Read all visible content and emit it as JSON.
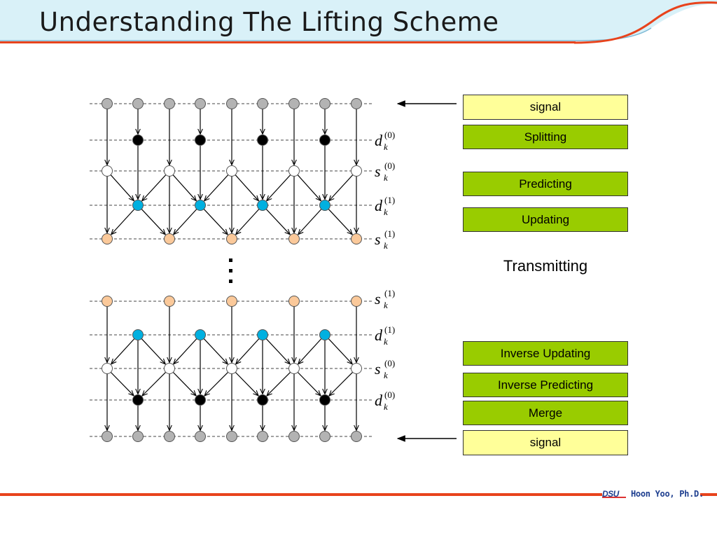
{
  "slide": {
    "title": "Understanding The Lifting Scheme",
    "author": "Hoon Yoo,  Ph.D.",
    "logo_text": "DSU"
  },
  "boxes": [
    {
      "key": "signal_top",
      "label": "signal",
      "color": "yellow"
    },
    {
      "key": "splitting",
      "label": "Splitting",
      "color": "green"
    },
    {
      "key": "predicting",
      "label": "Predicting",
      "color": "green"
    },
    {
      "key": "updating",
      "label": "Updating",
      "color": "green"
    },
    {
      "key": "inv_updating",
      "label": "Inverse Updating",
      "color": "green"
    },
    {
      "key": "inv_predicting",
      "label": "Inverse Predicting",
      "color": "green"
    },
    {
      "key": "merge",
      "label": "Merge",
      "color": "green"
    },
    {
      "key": "signal_bottom",
      "label": "signal",
      "color": "yellow"
    }
  ],
  "transmitting_label": "Transmitting",
  "row_labels": {
    "top": [
      {
        "base": "d",
        "sub": "k",
        "sup": "(0)"
      },
      {
        "base": "s",
        "sub": "k",
        "sup": "(0)"
      },
      {
        "base": "d",
        "sub": "k",
        "sup": "(1)"
      },
      {
        "base": "s",
        "sub": "k",
        "sup": "(1)"
      }
    ],
    "bottom": [
      {
        "base": "s",
        "sub": "k",
        "sup": "(1)"
      },
      {
        "base": "d",
        "sub": "k",
        "sup": "(1)"
      },
      {
        "base": "s",
        "sub": "k",
        "sup": "(0)"
      },
      {
        "base": "d",
        "sub": "k",
        "sup": "(0)"
      }
    ]
  },
  "colors": {
    "header_bg": "#d9f1f8",
    "accent_red": "#e8431c",
    "signal_node": "#b3b3b3",
    "detail0_node": "#000000",
    "even_node": "#ffffff",
    "detail1_node": "#00b0e0",
    "smooth1_node": "#fbc99a",
    "box_yellow": "#ffff99",
    "box_green": "#99cc00"
  }
}
